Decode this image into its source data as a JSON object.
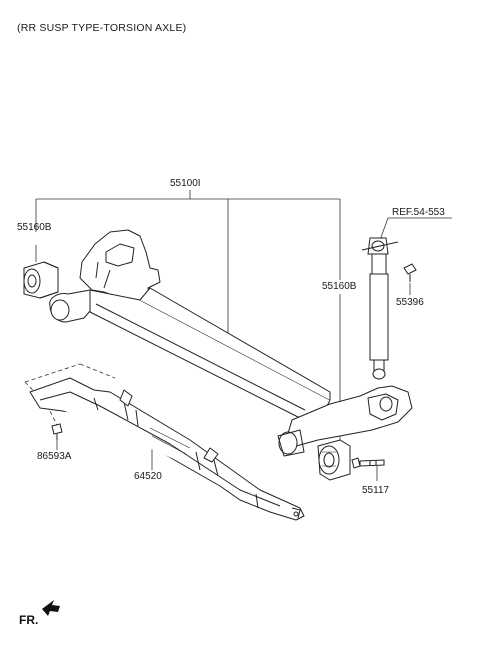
{
  "diagram": {
    "title": "(RR SUSP TYPE-TORSION AXLE)",
    "front_indicator": "FR.",
    "parts": [
      {
        "id": "axle",
        "label": "55100I"
      },
      {
        "id": "bush-left",
        "label": "55160B"
      },
      {
        "id": "bush-right",
        "label": "55160B"
      },
      {
        "id": "ref",
        "label": "REF.54-553"
      },
      {
        "id": "bolt-top",
        "label": "55396"
      },
      {
        "id": "clip",
        "label": "86593A"
      },
      {
        "id": "cover",
        "label": "64520"
      },
      {
        "id": "bolt-bottom",
        "label": "55117"
      }
    ]
  }
}
